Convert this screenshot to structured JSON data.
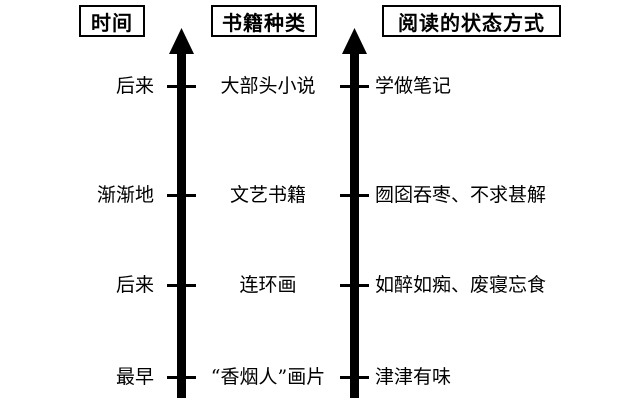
{
  "headers": {
    "time": "时间",
    "book_type": "书籍种类",
    "reading_way": "阅读的状态方式"
  },
  "rows": [
    {
      "time": "后来",
      "book": "大部头小说",
      "reading": "学做笔记"
    },
    {
      "time": "渐渐地",
      "book": "文艺书籍",
      "reading": "囫囵吞枣、不求甚解"
    },
    {
      "time": "后来",
      "book": "连环画",
      "reading": "如醉如痴、废寝忘食"
    },
    {
      "time": "最早",
      "book": "“香烟人”画片",
      "reading": "津津有味"
    }
  ]
}
